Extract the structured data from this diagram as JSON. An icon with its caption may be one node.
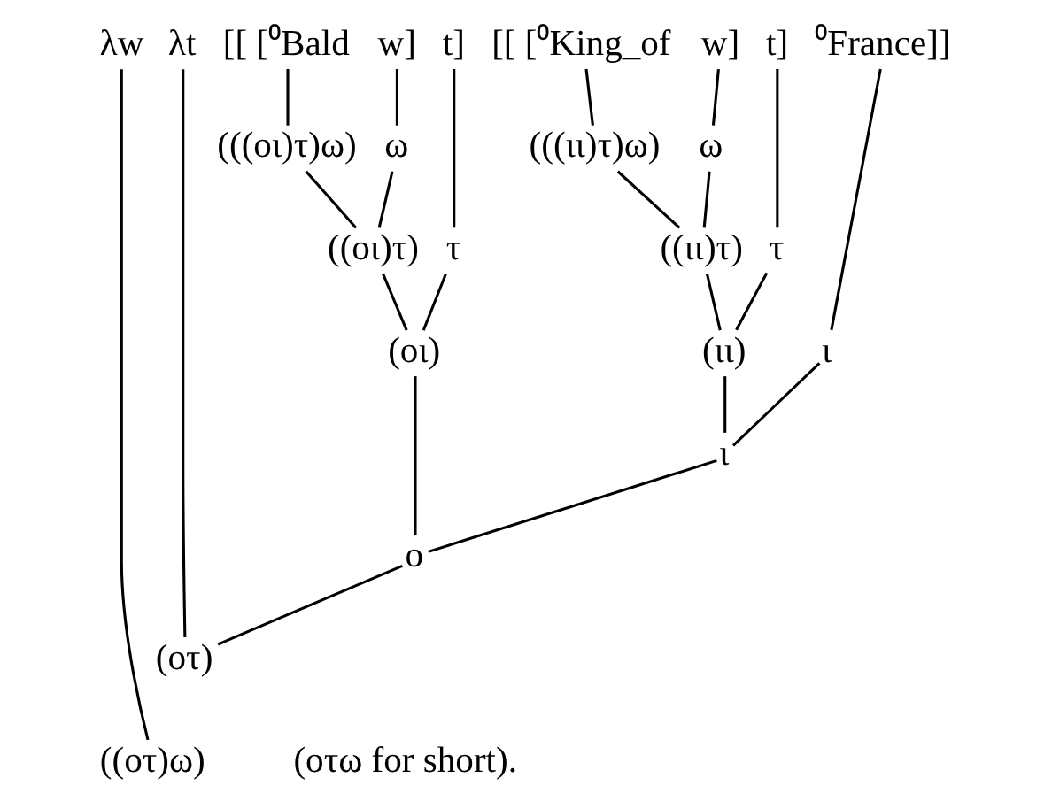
{
  "diagram": {
    "nodes": [
      {
        "text": [
          "λw"
        ]
      },
      {
        "text": [
          "λt"
        ]
      },
      {
        "text": [
          "[[ [⁰Bald"
        ]
      },
      {
        "text": [
          "w]"
        ]
      },
      {
        "text": [
          "t]"
        ]
      },
      {
        "text": [
          "[[ [⁰King_of"
        ]
      },
      {
        "text": [
          "w]"
        ]
      },
      {
        "text": [
          "t]"
        ]
      },
      {
        "text": [
          "⁰France]]"
        ]
      },
      {
        "text": [
          "(((οι)τ)ω)"
        ]
      },
      {
        "text": [
          "ω"
        ]
      },
      {
        "text": [
          "τ"
        ]
      },
      {
        "text": [
          "(((ιι)τ)ω)"
        ]
      },
      {
        "text": [
          "ω"
        ]
      },
      {
        "text": [
          "τ"
        ]
      },
      {
        "text": [
          "ι"
        ]
      },
      {
        "text": [
          "((οι)τ)"
        ]
      },
      {
        "text": [
          "((ιι)τ)"
        ]
      },
      {
        "text": [
          "(οι)"
        ]
      },
      {
        "text": [
          "(ιι)"
        ]
      },
      {
        "text": [
          "ι"
        ]
      },
      {
        "text": [
          "ο"
        ]
      },
      {
        "text": [
          "(οτ)"
        ]
      },
      {
        "text": [
          "((οτ)ω)"
        ]
      }
    ],
    "edges": [
      {
        "from": 2,
        "to": 9,
        "arrow": "none"
      },
      {
        "from": 3,
        "to": 10,
        "arrow": "none"
      },
      {
        "from": 4,
        "to": 11,
        "arrow": "none"
      },
      {
        "from": 5,
        "to": 12,
        "arrow": "none"
      },
      {
        "from": 6,
        "to": 13,
        "arrow": "none"
      },
      {
        "from": 7,
        "to": 14,
        "arrow": "none"
      },
      {
        "from": 8,
        "to": 15,
        "arrow": "none"
      },
      {
        "from": 9,
        "to": 16,
        "arrow": "none"
      },
      {
        "from": 10,
        "to": 16,
        "arrow": "none"
      },
      {
        "from": 16,
        "to": 18,
        "arrow": "none"
      },
      {
        "from": 11,
        "to": 18,
        "arrow": "none"
      },
      {
        "from": 12,
        "to": 17,
        "arrow": "none"
      },
      {
        "from": 13,
        "to": 17,
        "arrow": "none"
      },
      {
        "from": 17,
        "to": 19,
        "arrow": "none"
      },
      {
        "from": 14,
        "to": 19,
        "arrow": "none"
      },
      {
        "from": 19,
        "to": 20,
        "arrow": "none"
      },
      {
        "from": 15,
        "to": 20,
        "arrow": "none"
      },
      {
        "from": 18,
        "to": 21,
        "arrow": "none"
      },
      {
        "from": 20,
        "to": 21,
        "arrow": "none"
      },
      {
        "from": 1,
        "to": 22,
        "arrow": "none"
      },
      {
        "from": 21,
        "to": 22,
        "arrow": "none"
      },
      {
        "from": 0,
        "to": 23,
        "arrow": "none"
      }
    ],
    "labels": [
      "(οτω for short)."
    ]
  }
}
